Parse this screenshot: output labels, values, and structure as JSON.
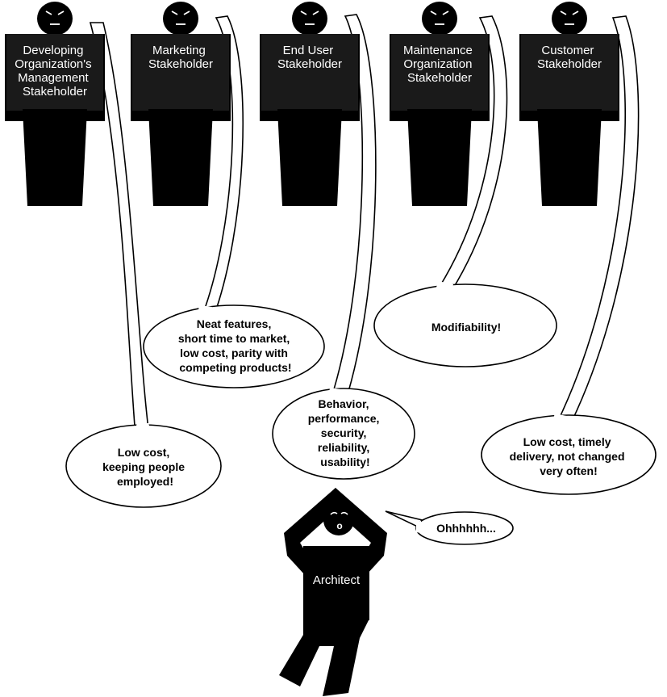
{
  "stakeholders": [
    {
      "label_lines": [
        "Developing",
        "Organization's",
        "Management",
        "Stakeholder"
      ],
      "speech_lines": [
        "Low cost,",
        "keeping people",
        "employed!"
      ]
    },
    {
      "label_lines": [
        "Marketing",
        "Stakeholder"
      ],
      "speech_lines": [
        "Neat features,",
        "short time to market,",
        "low cost, parity with",
        "competing products!"
      ]
    },
    {
      "label_lines": [
        "End User",
        "Stakeholder"
      ],
      "speech_lines": [
        "Behavior,",
        "performance,",
        "security,",
        "reliability,",
        "usability!"
      ]
    },
    {
      "label_lines": [
        "Maintenance",
        "Organization",
        "Stakeholder"
      ],
      "speech_lines": [
        "Modifiability!"
      ]
    },
    {
      "label_lines": [
        "Customer",
        "Stakeholder"
      ],
      "speech_lines": [
        "Low cost, timely",
        "delivery, not changed",
        "very often!"
      ]
    }
  ],
  "architect": {
    "label": "Architect",
    "speech": "Ohhhhhh...",
    "mouth": "o"
  },
  "colors": {
    "figure": "#000000",
    "shirt": "#1a1a1a",
    "background": "#ffffff"
  }
}
